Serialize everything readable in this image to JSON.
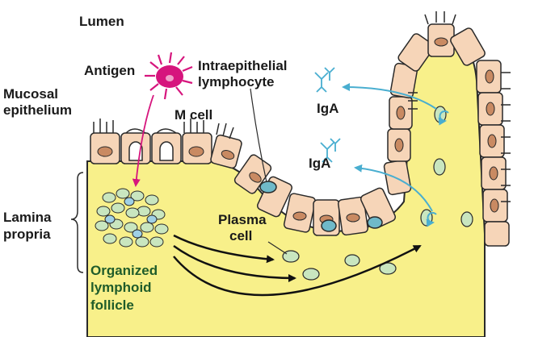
{
  "labels": {
    "lumen": "Lumen",
    "antigen": "Antigen",
    "intraepithelial_line1": "Intraepithelial",
    "intraepithelial_line2": "lymphocyte",
    "mucosal_line1": "Mucosal",
    "mucosal_line2": "epithelium",
    "m_cell": "M cell",
    "iga_upper": "IgA",
    "iga_lower": "IgA",
    "lamina_line1": "Lamina",
    "lamina_line2": "propria",
    "plasma_line1": "Plasma",
    "plasma_line2": "cell",
    "follicle_line1": "Organized",
    "follicle_line2": "lymphoid",
    "follicle_line3": "follicle"
  },
  "colors": {
    "lamina_propria": "#f8f08a",
    "epithelial_cell": "#f6d5b8",
    "nucleus": "#c98a62",
    "lymphocyte": "#c9e6bf",
    "intraepithelial_lymphocyte": "#6fb9c9",
    "antigen": "#d6157d",
    "iga_arrow": "#49aed0",
    "follicle_label": "#1f5c2a"
  }
}
